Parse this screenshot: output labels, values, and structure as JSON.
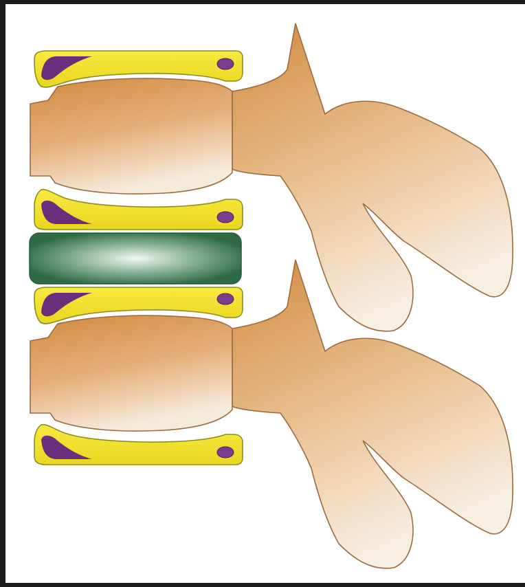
{
  "figure": {
    "elements": {
      "vertebrae": [
        "vertebra-upper",
        "vertebra-lower"
      ],
      "intervertebral_disc": "disc",
      "endplates": [
        "endplate-1",
        "endplate-2",
        "endplate-3",
        "endplate-4"
      ]
    },
    "colors": {
      "background_frame": "#1c1c1c",
      "canvas": "#ffffff",
      "bone_dark": "#d28a3e",
      "bone_light": "#f6ead9",
      "bone_outline": "#9b6b3f",
      "endplate_fill": "#f3e52b",
      "endplate_outline": "#8d8a1d",
      "endplate_accent": "#6a2f7c",
      "disc_dark": "#2e6b45",
      "disc_light": "#eef6ef"
    }
  }
}
